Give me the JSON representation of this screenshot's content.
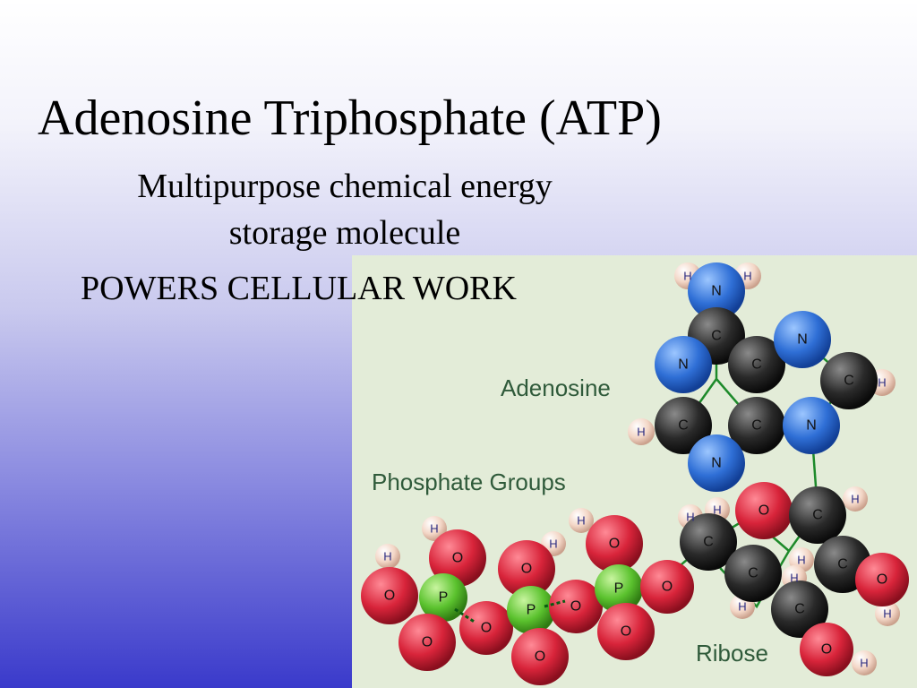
{
  "slide": {
    "title": "Adenosine Triphosphate (ATP)",
    "subtitle_line1": "Multipurpose chemical energy",
    "subtitle_line2": "storage molecule",
    "powers": "POWERS CELLULAR WORK"
  },
  "diagram": {
    "label_adenosine": "Adenosine",
    "label_phosphate": "Phosphate Groups",
    "label_ribose": "Ribose",
    "atom_letters": {
      "nitrogen": "N",
      "carbon": "C",
      "oxygen": "O",
      "phosphorus": "P",
      "hydrogen": "H"
    }
  },
  "colors": {
    "carbon": "#2a2a2a",
    "nitrogen": "#2f6fd6",
    "oxygen": "#d8243a",
    "phosphorus": "#5bc22e",
    "hydrogen": "#f3d6c6",
    "bond": "#1d8a2a"
  }
}
